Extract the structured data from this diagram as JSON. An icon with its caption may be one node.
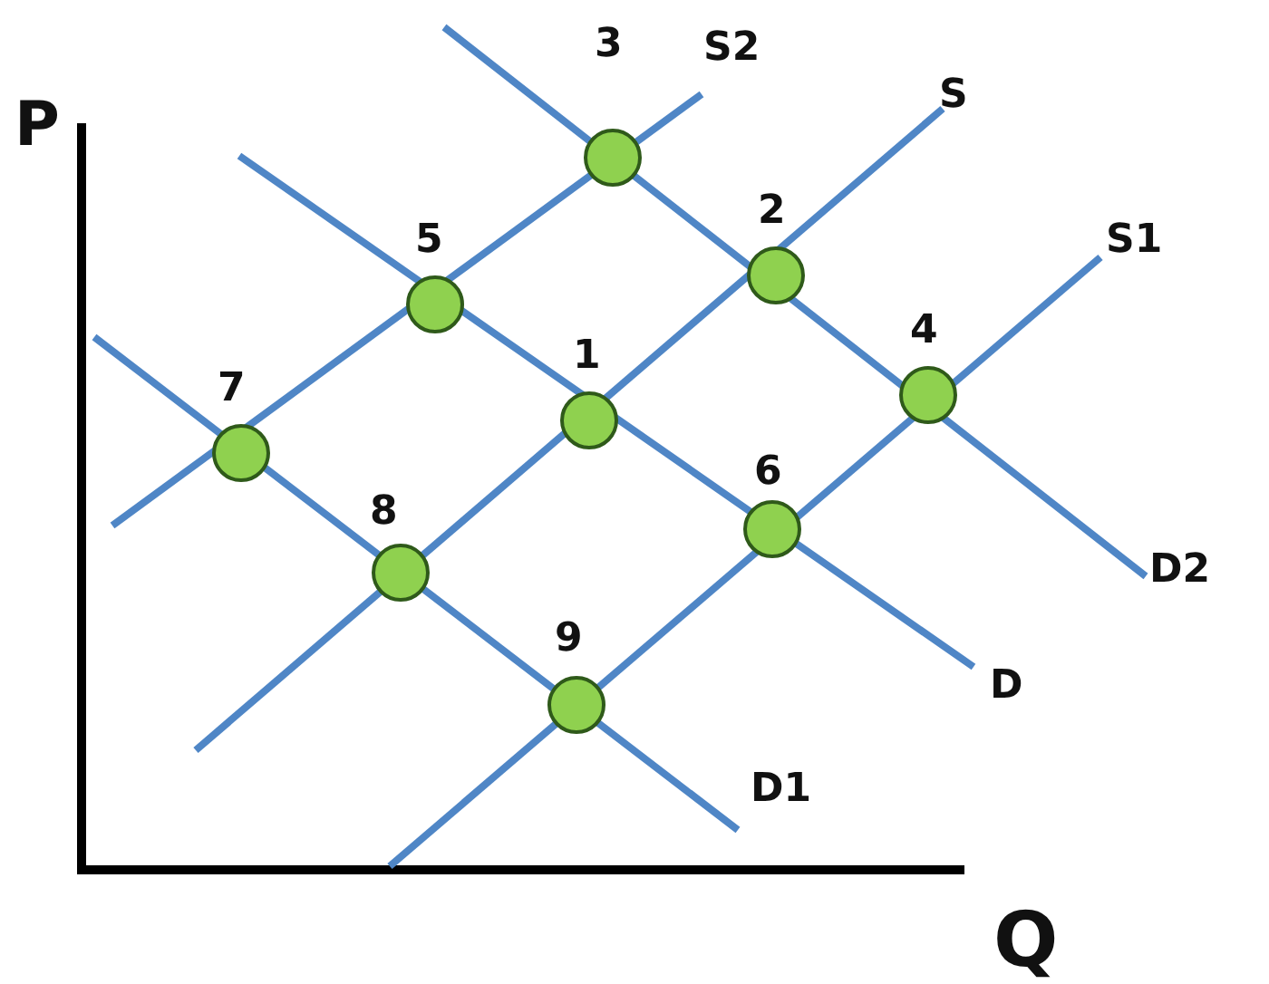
{
  "diagram": {
    "labels": [
      "P",
      "3",
      "S2",
      "S",
      "2",
      "S1",
      "5",
      "4",
      "1",
      "7",
      "8",
      "6",
      "D2",
      "9",
      "D",
      "D1",
      "Q"
    ]
  }
}
